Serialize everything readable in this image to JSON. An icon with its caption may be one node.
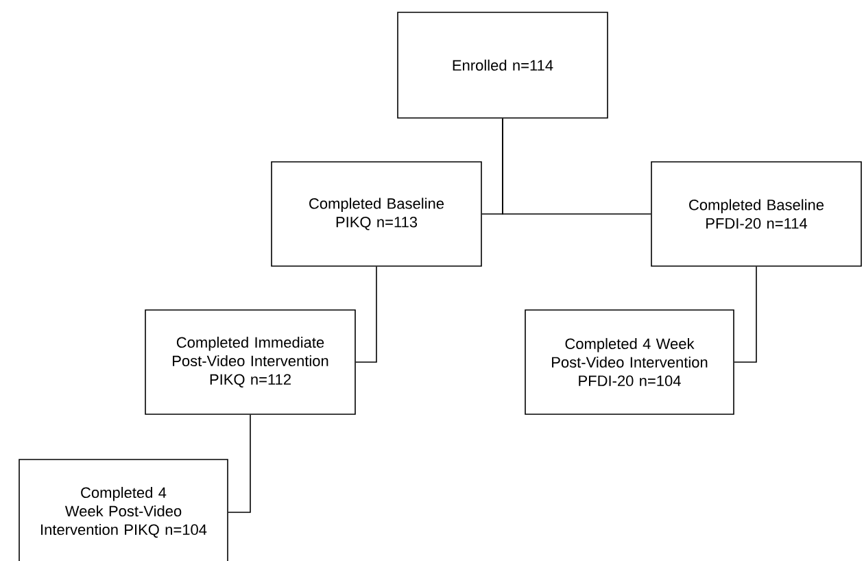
{
  "diagram": {
    "nodes": [
      {
        "text": [
          "Enrolled n=114"
        ]
      },
      {
        "text": [
          "Completed Baseline PIKQ n=113"
        ]
      },
      {
        "text": [
          "Completed Baseline PFDI-20 n=114"
        ]
      },
      {
        "text": [
          "Completed Immediate Post-Video Intervention PIKQ n=112"
        ]
      },
      {
        "text": [
          "Completed 4 Week Post-Video Intervention PFDI-20 n=104"
        ]
      },
      {
        "text": [
          "Completed 4 Week Post-Video Intervention PIKQ n=104"
        ]
      }
    ],
    "edges": [
      {
        "from": 0,
        "to": 1,
        "arrow": "none"
      },
      {
        "from": 0,
        "to": 2,
        "arrow": "none"
      },
      {
        "from": 1,
        "to": 3,
        "arrow": "none"
      },
      {
        "from": 2,
        "to": 4,
        "arrow": "none"
      },
      {
        "from": 3,
        "to": 5,
        "arrow": "none"
      }
    ]
  }
}
